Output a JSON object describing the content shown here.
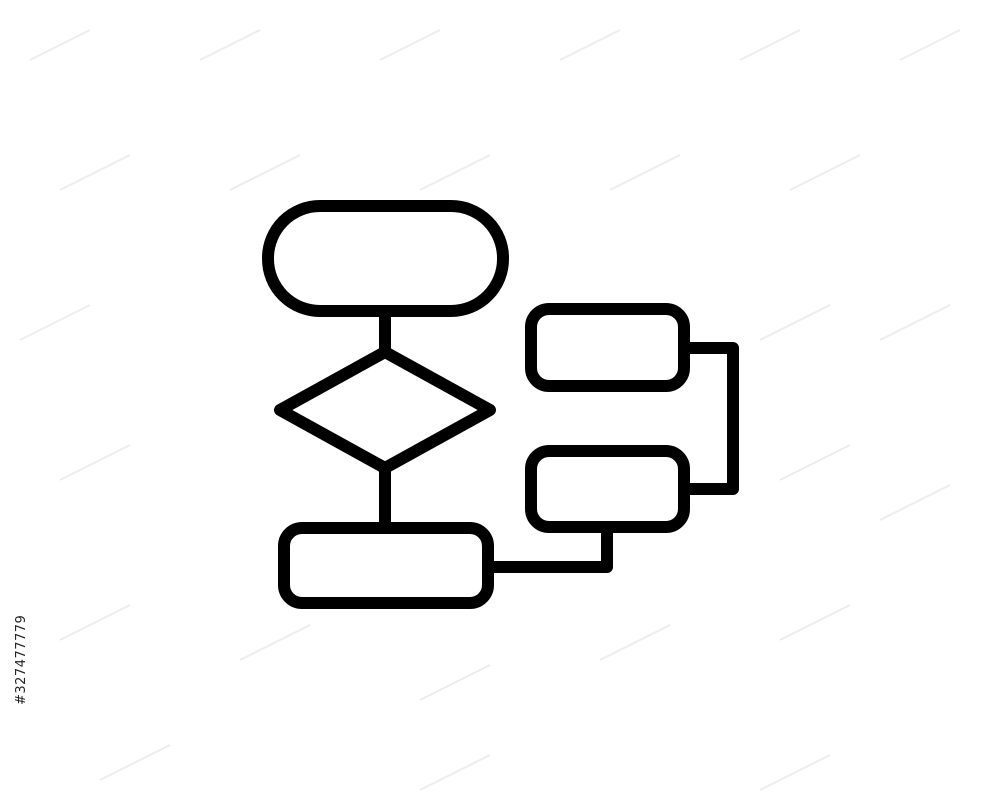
{
  "diagram": {
    "icon": "flowchart-icon",
    "stroke_color": "#000000",
    "background_color": "#ffffff",
    "shapes": [
      {
        "id": "terminal",
        "kind": "rounded-terminal"
      },
      {
        "id": "decision",
        "kind": "diamond"
      },
      {
        "id": "process-bottom",
        "kind": "rounded-rectangle"
      },
      {
        "id": "process-right-top",
        "kind": "rounded-rectangle"
      },
      {
        "id": "process-right-bottom",
        "kind": "rounded-rectangle"
      }
    ],
    "connectors": [
      {
        "from": "terminal",
        "to": "decision"
      },
      {
        "from": "decision",
        "to": "process-bottom"
      },
      {
        "from": "process-bottom",
        "to": "process-right-bottom"
      },
      {
        "from": "process-right-top",
        "to": "process-right-bottom"
      }
    ]
  },
  "stock_id": "#327477779"
}
